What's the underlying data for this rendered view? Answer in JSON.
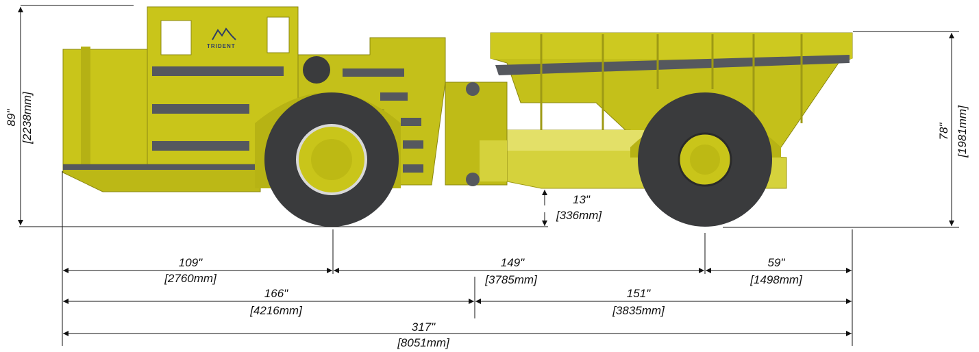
{
  "brand": {
    "name": "TRIDENT",
    "body_color": "#c9c51a",
    "stripe_color": "#55585e",
    "tire_color": "#3a3b3d"
  },
  "dimensions": {
    "overall_height": {
      "imperial": "89\"",
      "metric": "[2238mm]"
    },
    "box_height": {
      "imperial": "78\"",
      "metric": "[1981mm]"
    },
    "ground_clearance": {
      "imperial": "13\"",
      "metric": "[336mm]"
    },
    "front_to_front_axle": {
      "imperial": "109\"",
      "metric": "[2760mm]"
    },
    "wheelbase": {
      "imperial": "149\"",
      "metric": "[3785mm]"
    },
    "rear_overhang": {
      "imperial": "59\"",
      "metric": "[1498mm]"
    },
    "front_to_articulation": {
      "imperial": "166\"",
      "metric": "[4216mm]"
    },
    "articulation_to_rear": {
      "imperial": "151\"",
      "metric": "[3835mm]"
    },
    "overall_length": {
      "imperial": "317\"",
      "metric": "[8051mm]"
    }
  }
}
